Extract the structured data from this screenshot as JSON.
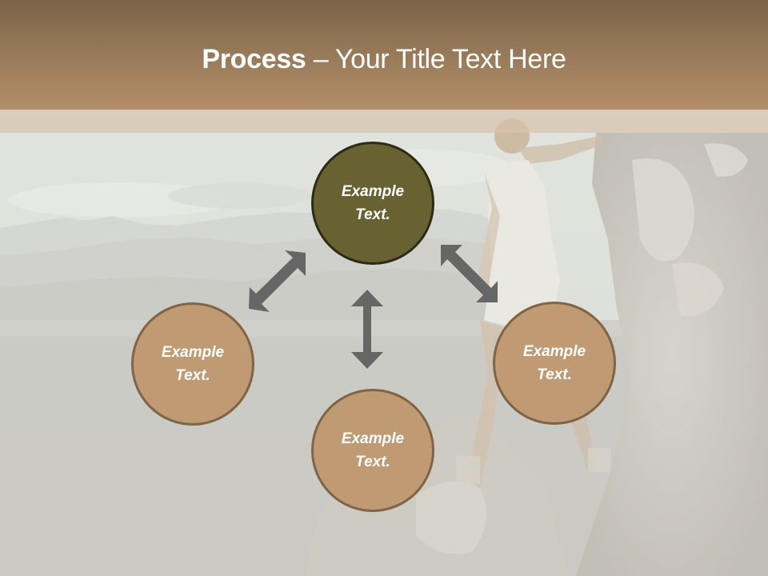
{
  "slide": {
    "title": {
      "bold": "Process",
      "rest": " – Your Title Text Here"
    },
    "colors": {
      "header_top": "#7a6447",
      "header_bottom": "#b38e67",
      "node_primary_fill": "#686232",
      "node_primary_border": "#2e2b14",
      "node_secondary_fill": "#bf9a73",
      "node_secondary_border": "#7f6546",
      "arrow": "#666666"
    },
    "nodes": [
      {
        "id": "top",
        "line1": "Example",
        "line2": "Text.",
        "style": "primary"
      },
      {
        "id": "left",
        "line1": "Example",
        "line2": "Text.",
        "style": "secondary"
      },
      {
        "id": "right",
        "line1": "Example",
        "line2": "Text.",
        "style": "secondary"
      },
      {
        "id": "bottom",
        "line1": "Example",
        "line2": "Text.",
        "style": "secondary"
      }
    ],
    "arrows": [
      {
        "id": "top-left",
        "icon": "double-arrow-diagonal"
      },
      {
        "id": "top-right",
        "icon": "double-arrow-diagonal"
      },
      {
        "id": "center",
        "icon": "double-arrow-vertical"
      }
    ],
    "background": "washed-out photo: mountain landscape with woman in white fringe dress leaning on rock"
  }
}
